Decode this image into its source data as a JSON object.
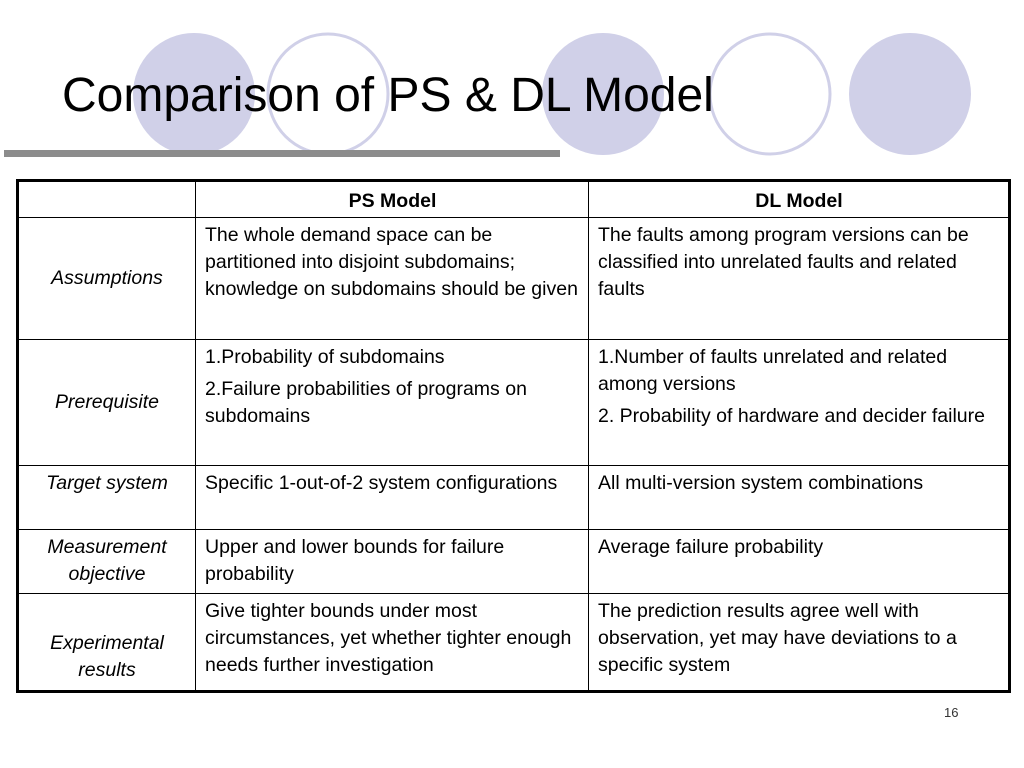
{
  "slide": {
    "title": "Comparison of PS & DL Model",
    "page_number": "16",
    "colors": {
      "circle_fill": "#d0d0e8",
      "circle_outline": "#d0d0e8",
      "title_rule": "#8c8c8c"
    }
  },
  "table": {
    "headers": [
      "",
      "PS Model",
      "DL Model"
    ],
    "rows": [
      {
        "label": "Assumptions",
        "ps": [
          "The whole demand space can be partitioned into disjoint subdomains; knowledge on subdomains should be given"
        ],
        "dl": [
          "The faults among program versions can be classified into unrelated faults and related faults"
        ]
      },
      {
        "label": "Prerequisite",
        "ps": [
          "1.Probability of subdomains",
          "2.Failure probabilities of programs on subdomains"
        ],
        "dl": [
          "1.Number of faults unrelated and related among versions",
          "2. Probability of hardware and decider failure"
        ]
      },
      {
        "label": "Target system",
        "ps": [
          "Specific 1-out-of-2 system configurations"
        ],
        "dl": [
          "All  multi-version system combinations"
        ]
      },
      {
        "label": "Measurement objective",
        "ps": [
          "Upper and lower bounds for failure probability"
        ],
        "dl": [
          "Average failure probability"
        ]
      },
      {
        "label": "Experimental results",
        "ps": [
          "Give tighter bounds under most circumstances, yet whether tighter enough needs further investigation"
        ],
        "dl": [
          "The prediction results agree well with observation, yet may have deviations to a specific system"
        ]
      }
    ]
  }
}
